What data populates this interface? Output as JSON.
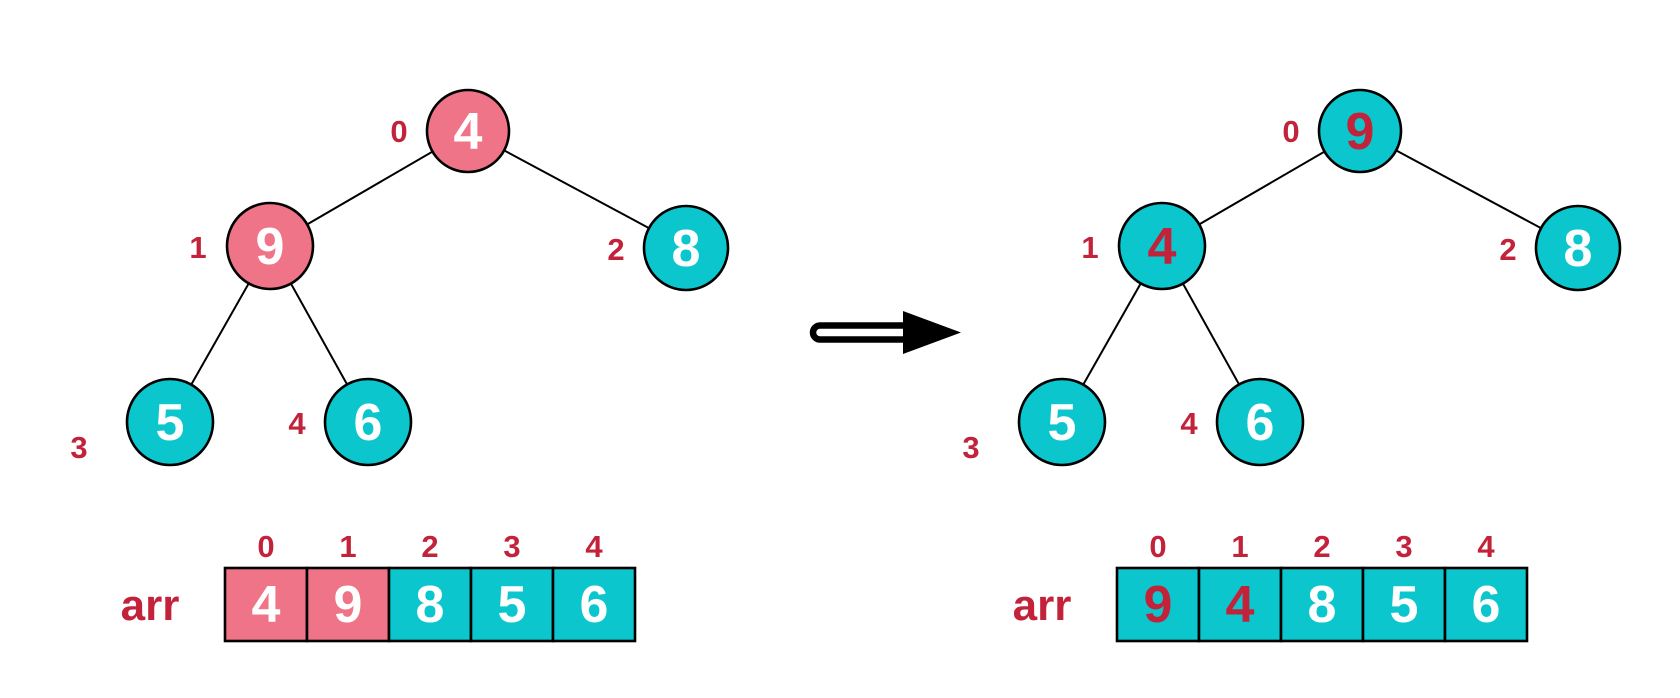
{
  "colors": {
    "node_pink": "#ef7487",
    "node_teal": "#0bc7cd",
    "label_red": "#c3223b",
    "value_white": "#ffffff",
    "line_black": "#000000",
    "background": "#ffffff"
  },
  "before": {
    "tree": {
      "nodes": [
        {
          "index": "0",
          "value": "4",
          "fill": "#ef7487",
          "value_color": "#ffffff"
        },
        {
          "index": "1",
          "value": "9",
          "fill": "#ef7487",
          "value_color": "#ffffff"
        },
        {
          "index": "2",
          "value": "8",
          "fill": "#0bc7cd",
          "value_color": "#ffffff"
        },
        {
          "index": "3",
          "value": "5",
          "fill": "#0bc7cd",
          "value_color": "#ffffff"
        },
        {
          "index": "4",
          "value": "6",
          "fill": "#0bc7cd",
          "value_color": "#ffffff"
        }
      ]
    },
    "array": {
      "label": "arr",
      "indices": [
        "0",
        "1",
        "2",
        "3",
        "4"
      ],
      "cells": [
        {
          "value": "4",
          "fill": "#ef7487",
          "value_color": "#ffffff"
        },
        {
          "value": "9",
          "fill": "#ef7487",
          "value_color": "#ffffff"
        },
        {
          "value": "8",
          "fill": "#0bc7cd",
          "value_color": "#ffffff"
        },
        {
          "value": "5",
          "fill": "#0bc7cd",
          "value_color": "#ffffff"
        },
        {
          "value": "6",
          "fill": "#0bc7cd",
          "value_color": "#ffffff"
        }
      ]
    }
  },
  "after": {
    "tree": {
      "nodes": [
        {
          "index": "0",
          "value": "9",
          "fill": "#0bc7cd",
          "value_color": "#c3223b"
        },
        {
          "index": "1",
          "value": "4",
          "fill": "#0bc7cd",
          "value_color": "#c3223b"
        },
        {
          "index": "2",
          "value": "8",
          "fill": "#0bc7cd",
          "value_color": "#ffffff"
        },
        {
          "index": "3",
          "value": "5",
          "fill": "#0bc7cd",
          "value_color": "#ffffff"
        },
        {
          "index": "4",
          "value": "6",
          "fill": "#0bc7cd",
          "value_color": "#ffffff"
        }
      ]
    },
    "array": {
      "label": "arr",
      "indices": [
        "0",
        "1",
        "2",
        "3",
        "4"
      ],
      "cells": [
        {
          "value": "9",
          "fill": "#0bc7cd",
          "value_color": "#c3223b"
        },
        {
          "value": "4",
          "fill": "#0bc7cd",
          "value_color": "#c3223b"
        },
        {
          "value": "8",
          "fill": "#0bc7cd",
          "value_color": "#ffffff"
        },
        {
          "value": "5",
          "fill": "#0bc7cd",
          "value_color": "#ffffff"
        },
        {
          "value": "6",
          "fill": "#0bc7cd",
          "value_color": "#ffffff"
        }
      ]
    }
  }
}
